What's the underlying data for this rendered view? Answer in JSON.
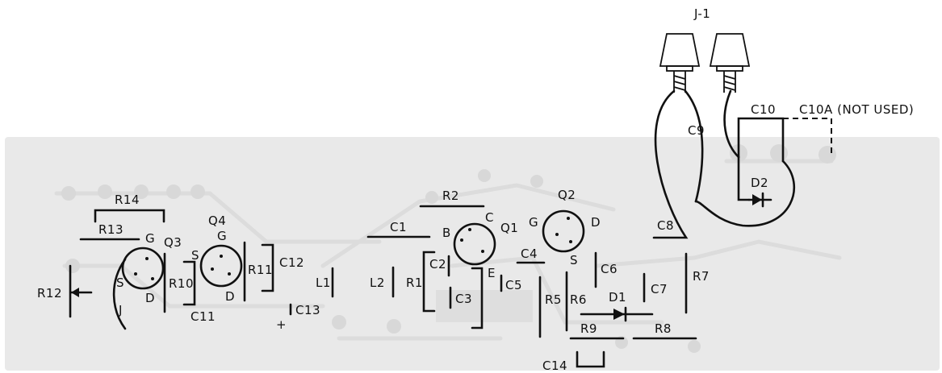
{
  "diagram": {
    "connector_label": "J-1",
    "capacitor_c10_label": "C10",
    "capacitor_c10a_label": "C10A (NOT USED)",
    "labels": {
      "R14": "R14",
      "R13": "R13",
      "R12": "R12",
      "R10": "R10",
      "R11": "R11",
      "R2": "R2",
      "R1": "R1",
      "R5": "R5",
      "R6": "R6",
      "R7": "R7",
      "R8": "R8",
      "R9": "R9",
      "C1": "C1",
      "C2": "C2",
      "C3": "C3",
      "C4": "C4",
      "C5": "C5",
      "C6": "C6",
      "C7": "C7",
      "C8": "C8",
      "C9": "C9",
      "C11": "C11",
      "C12": "C12",
      "C13": "C13",
      "C14": "C14",
      "L1": "L1",
      "L2": "L2",
      "D1": "D1",
      "D2": "D2",
      "Q1": "Q1",
      "Q2": "Q2",
      "Q3": "Q3",
      "Q4": "Q4",
      "Q3_G": "G",
      "Q3_S": "S",
      "Q3_D": "D",
      "Q3_J": "J",
      "Q4_G": "G",
      "Q4_S": "S",
      "Q4_D": "D",
      "Q1_B": "B",
      "Q1_C": "C",
      "Q1_E": "E",
      "Q2_G": "G",
      "Q2_D": "D",
      "Q2_S": "S",
      "C13_plus": "+"
    }
  }
}
